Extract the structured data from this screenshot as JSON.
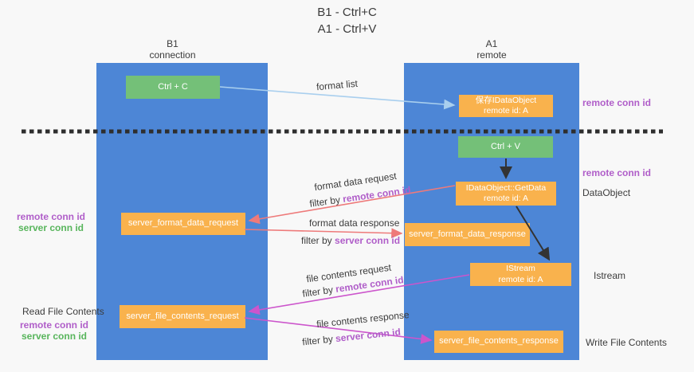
{
  "title": {
    "line1": "B1 - Ctrl+C",
    "line2": "A1 - Ctrl+V"
  },
  "lanes": {
    "left": {
      "name": "B1",
      "role": "connection"
    },
    "right": {
      "name": "A1",
      "role": "remote"
    }
  },
  "boxes": {
    "ctrl_c": {
      "label": "Ctrl + C"
    },
    "save_dataobject": {
      "line1": "保存IDataObject",
      "line2": "remote id: A"
    },
    "ctrl_v": {
      "label": "Ctrl + V"
    },
    "getdata": {
      "line1": "IDataObject::GetData",
      "line2": "remote id: A"
    },
    "format_request": {
      "label": "server_format_data_request"
    },
    "format_response": {
      "label": "server_format_data_response"
    },
    "istream": {
      "line1": "IStream",
      "line2": "remote id: A"
    },
    "file_request": {
      "label": "server_file_contents_request"
    },
    "file_response": {
      "label": "server_file_contents_response"
    }
  },
  "flows": {
    "format_list": {
      "label": "format list"
    },
    "format_request": {
      "label": "format data request",
      "filter": "filter by ",
      "key": "remote conn id"
    },
    "format_response": {
      "label": "format data response",
      "filter": "filter by ",
      "key": "server conn id"
    },
    "file_request": {
      "label": "file contents request",
      "filter": "filter by ",
      "key": "remote conn id"
    },
    "file_response": {
      "label": "file contents response",
      "filter": "filter by ",
      "key": "server conn id"
    }
  },
  "annotations": {
    "remote_conn_id_top": "remote conn id",
    "remote_conn_id_mid": "remote conn id",
    "dataobject": "DataObject",
    "istream": "Istream",
    "write_file_contents": "Write File Contents",
    "read_file_contents": "Read File Contents",
    "left_top": {
      "remote": "remote conn id",
      "server": "server conn id"
    },
    "left_bottom": {
      "remote": "remote conn id",
      "server": "server conn id"
    }
  },
  "colors": {
    "lane": "#4d86d6",
    "box_orange": "#f9b24d",
    "box_green": "#74c078",
    "purple_text": "#b05ec9",
    "green_text": "#58b55c",
    "arrow_blue": "#a9cfee",
    "arrow_salmon": "#ee7a7a",
    "arrow_magenta": "#cc55cc",
    "arrow_black": "#333333",
    "dashed_divider": "#2e2e2e",
    "background": "#f8f8f8"
  }
}
